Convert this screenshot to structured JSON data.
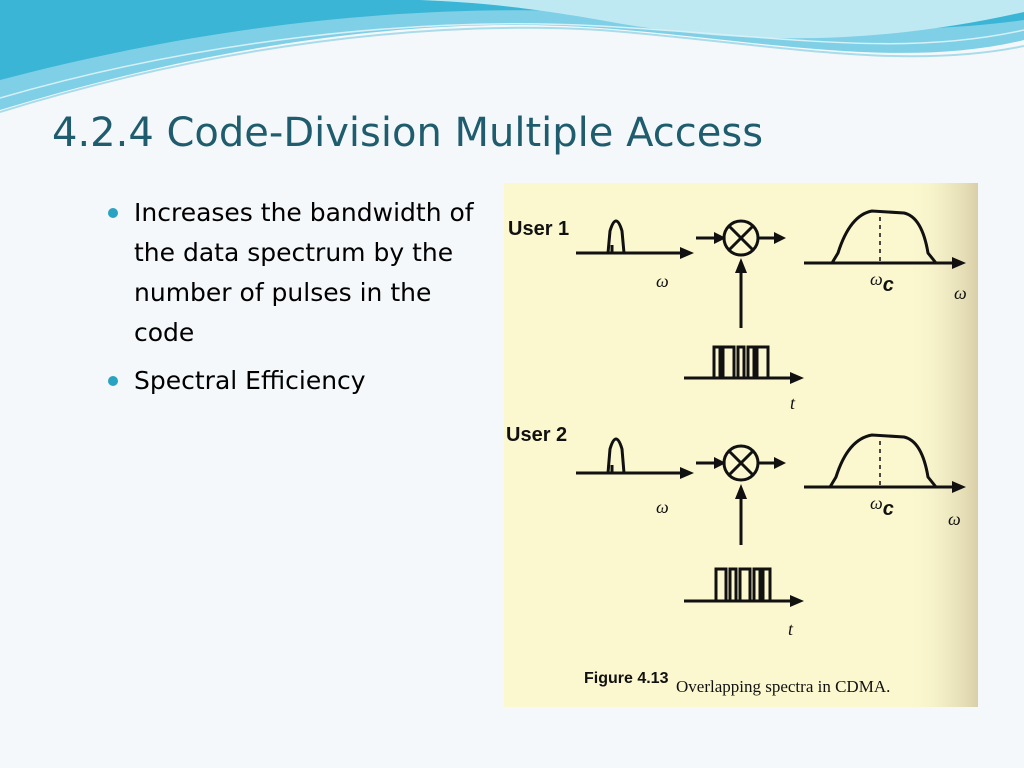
{
  "slide": {
    "title": "4.2.4 Code-Division Multiple Access",
    "bullets": [
      "Increases the bandwidth of the data spectrum by the number of pulses in the code",
      "Spectral Efficiency"
    ]
  },
  "figure": {
    "user_labels": [
      "User 1",
      "User 2"
    ],
    "omega_label": "ω",
    "omega_c_label": "ωc",
    "omega_c_symbol": "ω",
    "omega_c_subscript": "c",
    "time_label": "t",
    "caption_number": "Figure 4.13",
    "caption_text": "Overlapping spectra in CDMA."
  },
  "colors": {
    "title": "#1f5d6e",
    "bullet_dot": "#2aa2c2",
    "figure_background": "#fbf8d0"
  }
}
